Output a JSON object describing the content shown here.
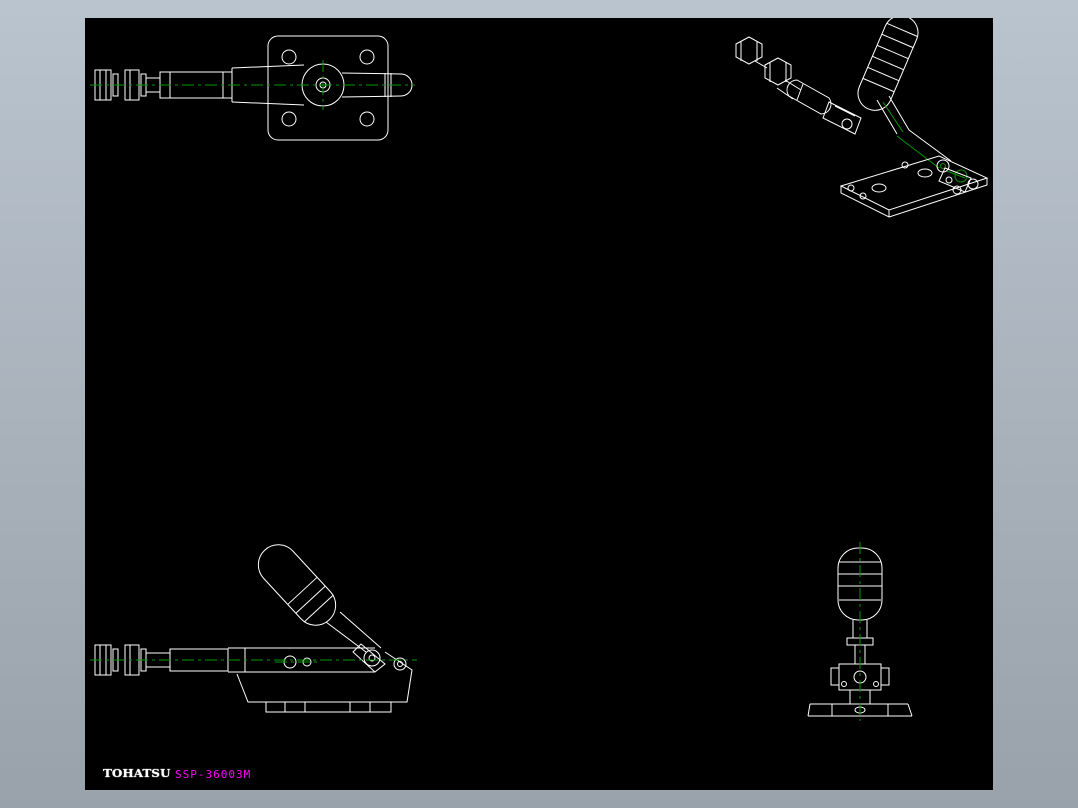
{
  "title_block": {
    "brand": "TOHATSU",
    "part_number": "SSP-36003M"
  },
  "colors": {
    "frame_top": "#b9c4cf",
    "frame_bottom": "#99a1ab",
    "canvas": "#000000",
    "line": "#ffffff",
    "accent": "#009900",
    "magenta": "#ff00ff"
  },
  "views": [
    {
      "id": "side-view-with-flange",
      "position": "top-left"
    },
    {
      "id": "isometric-view",
      "position": "top-right"
    },
    {
      "id": "side-view-handle-raised",
      "position": "bottom-left"
    },
    {
      "id": "front-view",
      "position": "bottom-right"
    }
  ]
}
